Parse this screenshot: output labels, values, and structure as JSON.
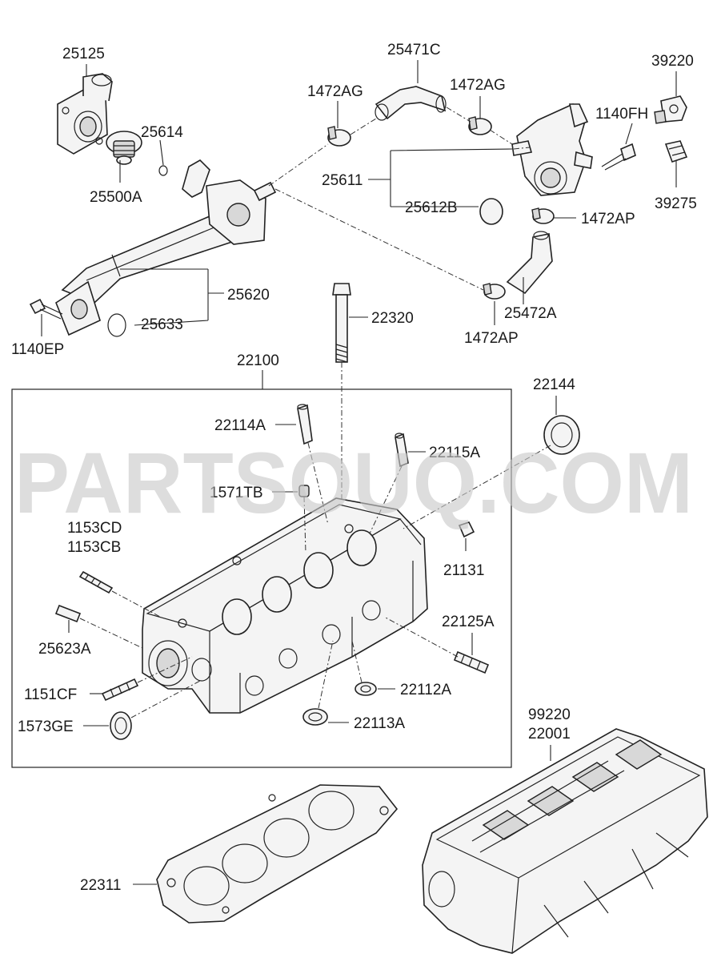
{
  "watermark": "PARTSOUQ.COM",
  "labels": {
    "p25125": "25125",
    "p25614": "25614",
    "p25500A": "25500A",
    "p25471C": "25471C",
    "p1472AG_a": "1472AG",
    "p1472AG_b": "1472AG",
    "p39220": "39220",
    "p1140FH": "1140FH",
    "p25611": "25611",
    "p25612B": "25612B",
    "p39275": "39275",
    "p1472AP_a": "1472AP",
    "p25472A": "25472A",
    "p1472AP_b": "1472AP",
    "p25620": "25620",
    "p25633": "25633",
    "p1140EP": "1140EP",
    "p22320": "22320",
    "p22100": "22100",
    "p22144": "22144",
    "p22114A": "22114A",
    "p22115A": "22115A",
    "p1571TB": "1571TB",
    "p1153CD": "1153CD",
    "p1153CB": "1153CB",
    "p21131": "21131",
    "p25623A": "25623A",
    "p22125A": "22125A",
    "p1151CF": "1151CF",
    "p22112A": "22112A",
    "p1573GE": "1573GE",
    "p22113A": "22113A",
    "p99220": "99220",
    "p22001": "22001",
    "p22311": "22311"
  },
  "colors": {
    "line": "#222222",
    "watermark": "#c9c9c9",
    "background": "#ffffff"
  }
}
